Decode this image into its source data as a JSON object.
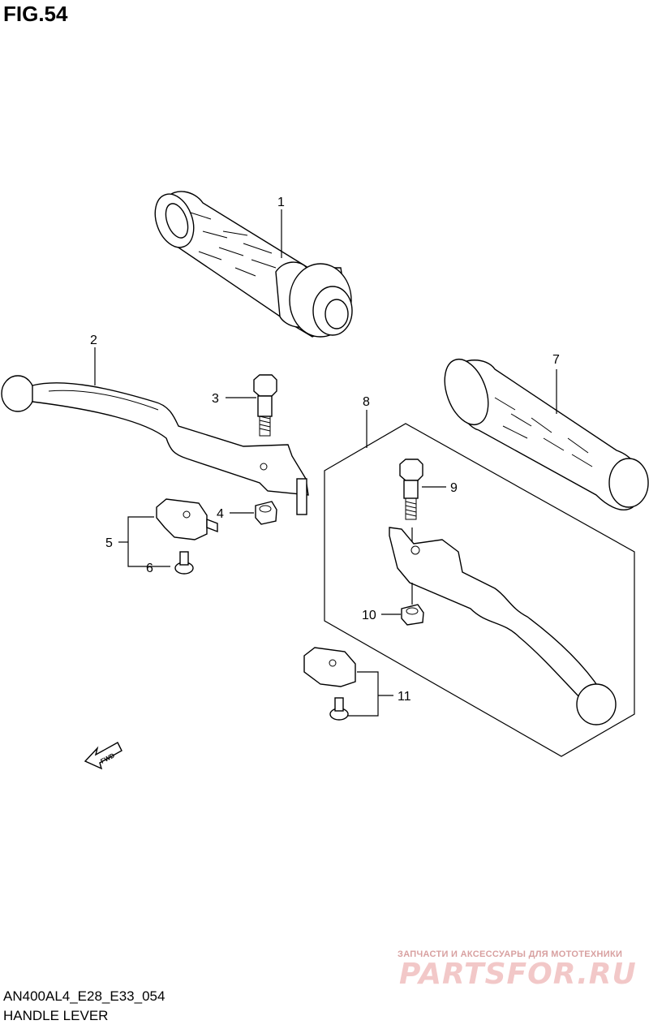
{
  "figure": {
    "title": "FIG.54",
    "code": "AN400AL4_E28_E33_054",
    "name": "HANDLE LEVER"
  },
  "callouts": [
    "1",
    "2",
    "3",
    "4",
    "5",
    "6",
    "7",
    "8",
    "9",
    "10",
    "11"
  ],
  "fwd_label": "FWD",
  "watermark": {
    "line1": "ЗАПЧАСТИ И АКСЕССУАРЫ ДЛЯ МОТОТЕХНИКИ",
    "line2": "PARTSFOR.RU"
  }
}
